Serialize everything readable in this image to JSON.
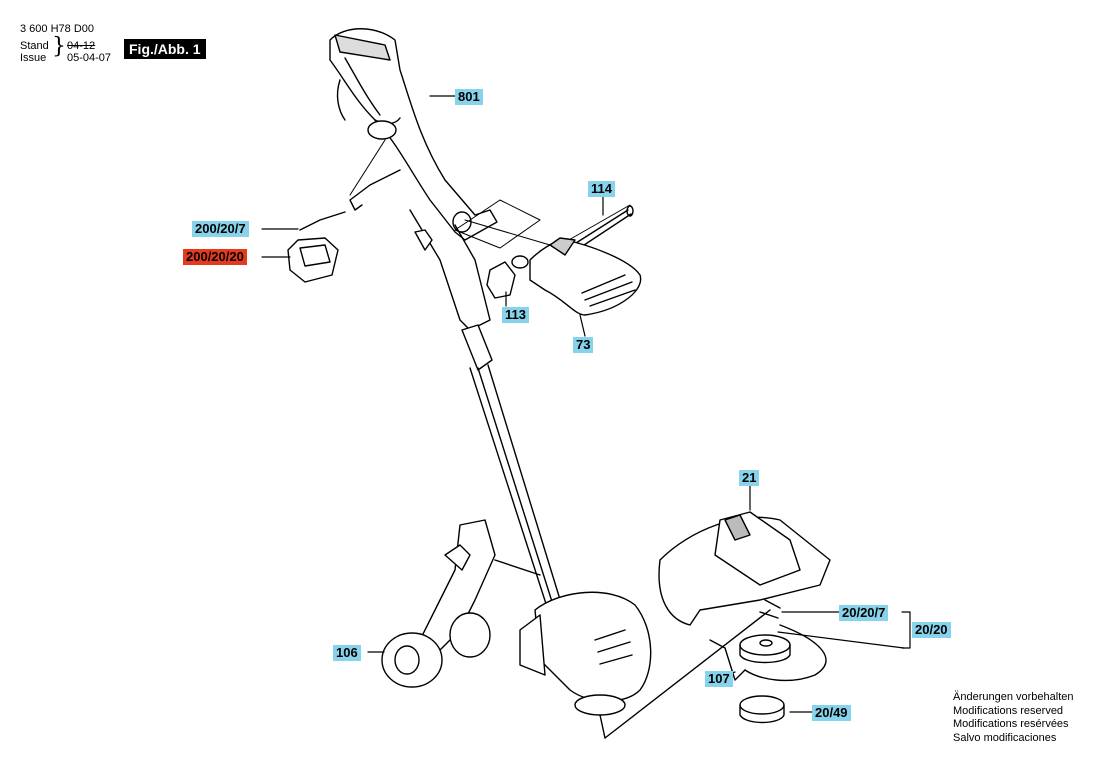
{
  "header": {
    "model_number": "3 600 H78 D00",
    "stand_label": "Stand",
    "stand_value": "04-12",
    "issue_label": "Issue",
    "issue_value": "05-04-07",
    "figure_badge": "Fig./Abb. 1"
  },
  "callouts": {
    "c801": "801",
    "c114": "114",
    "c200_20_7": "200/20/7",
    "c200_20_20": "200/20/20",
    "c113": "113",
    "c73": "73",
    "c21": "21",
    "c20_20_7": "20/20/7",
    "c20_20": "20/20",
    "c106": "106",
    "c107": "107",
    "c20_49": "20/49"
  },
  "highlight_color": "#e53a1d",
  "label_color": "#88d3ec",
  "footer_notes": [
    "Änderungen vorbehalten",
    "Modifications reserved",
    "Modifications resérvées",
    "Salvo modificaciones"
  ]
}
